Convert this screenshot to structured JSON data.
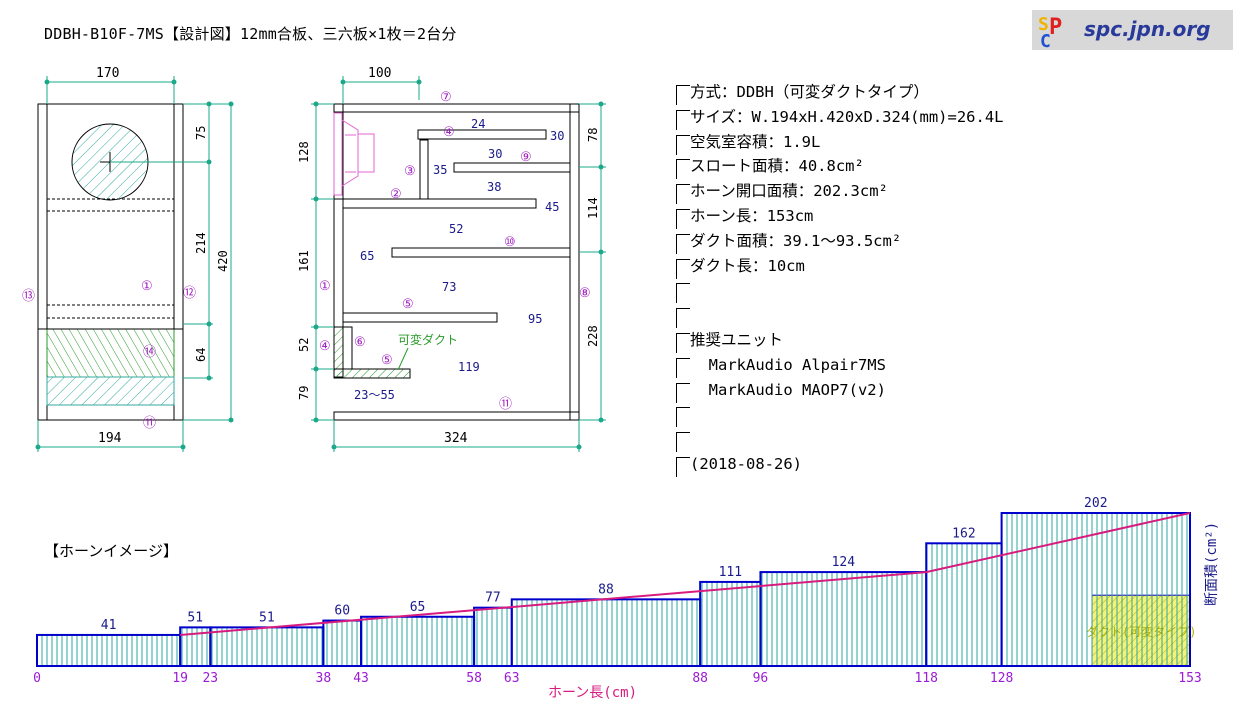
{
  "title": "DDBH-B10F-7MS【設計図】12mm合板、三六板×1枚＝2台分",
  "logo": {
    "text": "spc.jpn.org",
    "mark": "SPC"
  },
  "front_view": {
    "dims": {
      "top_width": "170",
      "bottom_width": "194",
      "d75": "75",
      "d214": "214",
      "d64": "64",
      "d420": "420"
    },
    "labels": {
      "p1": "①",
      "p11": "⑪",
      "p12": "⑫",
      "p13": "⑬",
      "p14": "⑭"
    }
  },
  "side_view": {
    "dims": {
      "top": "100",
      "bottom": "324",
      "d128": "128",
      "d161": "161",
      "d52": "52",
      "d79": "79",
      "d78": "78",
      "d114": "114",
      "d228": "228"
    },
    "areas": {
      "a24": "24",
      "a30a": "30",
      "a30b": "30",
      "a35": "35",
      "a38": "38",
      "a45": "45",
      "a52": "52",
      "a65": "65",
      "a73": "73",
      "a95": "95",
      "a119": "119",
      "duct": "23〜55"
    },
    "labels": {
      "p1": "①",
      "p2": "②",
      "p3": "③",
      "p4a": "④",
      "p4b": "④",
      "p5a": "⑤",
      "p5b": "⑤",
      "p6": "⑥",
      "p7": "⑦",
      "p8": "⑧",
      "p9": "⑨",
      "p10": "⑩",
      "p11": "⑪"
    },
    "variable_duct": "可変ダクト"
  },
  "spec": [
    "方式：DDBH（可変ダクトタイプ）",
    "サイズ：W.194xH.420xD.324(mm)=26.4L",
    "空気室容積：1.9L",
    "スロート面積：40.8cm²",
    "ホーン開口面積：202.3cm²",
    "ホーン長：153cm",
    "ダクト面積：39.1〜93.5cm²",
    "ダクト長：10cm",
    "",
    "",
    "推奨ユニット",
    "  MarkAudio Alpair7MS",
    "  MarkAudio MAOP7(v2)",
    "",
    "",
    "(2018-08-26)"
  ],
  "horn_label": "【ホーンイメージ】",
  "chart_data": {
    "type": "bar",
    "x_breaks": [
      0,
      19,
      23,
      38,
      43,
      58,
      63,
      88,
      96,
      118,
      128,
      153
    ],
    "x_tick_labels": [
      "0",
      "19",
      "23",
      "38",
      "43",
      "58",
      "63",
      "88",
      "96",
      "118",
      "128",
      "153"
    ],
    "segments": [
      {
        "x0": 0,
        "x1": 19,
        "value": 41
      },
      {
        "x0": 19,
        "x1": 23,
        "value": 51
      },
      {
        "x0": 23,
        "x1": 38,
        "value": 51
      },
      {
        "x0": 38,
        "x1": 43,
        "value": 60
      },
      {
        "x0": 43,
        "x1": 58,
        "value": 65
      },
      {
        "x0": 58,
        "x1": 63,
        "value": 77
      },
      {
        "x0": 63,
        "x1": 88,
        "value": 88
      },
      {
        "x0": 88,
        "x1": 96,
        "value": 111
      },
      {
        "x0": 96,
        "x1": 118,
        "value": 124
      },
      {
        "x0": 118,
        "x1": 128,
        "value": 162
      },
      {
        "x0": 128,
        "x1": 153,
        "value": 202
      }
    ],
    "value_labels": [
      {
        "x": 9.5,
        "text": "41"
      },
      {
        "x": 21,
        "text": "51"
      },
      {
        "x": 30.5,
        "text": "51"
      },
      {
        "x": 40.5,
        "text": "60"
      },
      {
        "x": 50.5,
        "text": "65"
      },
      {
        "x": 60.5,
        "text": "77"
      },
      {
        "x": 75.5,
        "text": "88"
      },
      {
        "x": 92,
        "text": "111"
      },
      {
        "x": 107,
        "text": "124"
      },
      {
        "x": 123,
        "text": "162"
      },
      {
        "x": 140.5,
        "text": "202"
      }
    ],
    "trend": [
      [
        19,
        41
      ],
      [
        118,
        124
      ],
      [
        153,
        202
      ]
    ],
    "duct": {
      "x0": 140,
      "x1": 153,
      "value": 93.5,
      "label": "ダクト(可変タイプ)"
    },
    "xlabel": "ホーン長(cm)",
    "ylabel": "断面積(cm²)",
    "xlim": [
      0,
      153
    ],
    "ylim": [
      0,
      202
    ],
    "colors": {
      "bar": "#0000cc",
      "hatch": "#2aa7a0",
      "trend": "#d81b7f",
      "ticks": "#9b1bd6",
      "duct_fill": "#f4f27a",
      "duct_hatch": "#b8b000"
    }
  },
  "colors": {
    "panel_hatch": "#34a8a0",
    "green": "#2a9a2a",
    "circle_label": "#a020c0",
    "dim": "#1aa98a",
    "dim_text": "#000000",
    "speaker": "#e066d0",
    "area_text": "#1a1a8a"
  }
}
